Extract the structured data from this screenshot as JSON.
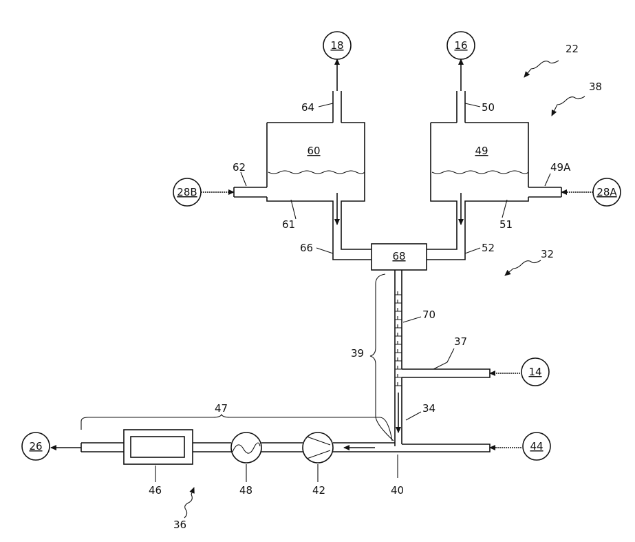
{
  "diagram": {
    "nodes": {
      "n18": "18",
      "n16": "16",
      "n28B": "28B",
      "n28A": "28A",
      "n14": "14",
      "n44": "44",
      "n26": "26"
    },
    "tank_labels": {
      "left": "60",
      "right": "49"
    },
    "mixer_label": "68",
    "ref": {
      "r22": "22",
      "r38": "38",
      "r64": "64",
      "r50": "50",
      "r62": "62",
      "r49A": "49A",
      "r61": "61",
      "r51": "51",
      "r66": "66",
      "r52": "52",
      "r32": "32",
      "r70": "70",
      "r37": "37",
      "r39": "39",
      "r34": "34",
      "r47": "47",
      "r46": "46",
      "r48": "48",
      "r42": "42",
      "r40": "40",
      "r36": "36"
    }
  }
}
